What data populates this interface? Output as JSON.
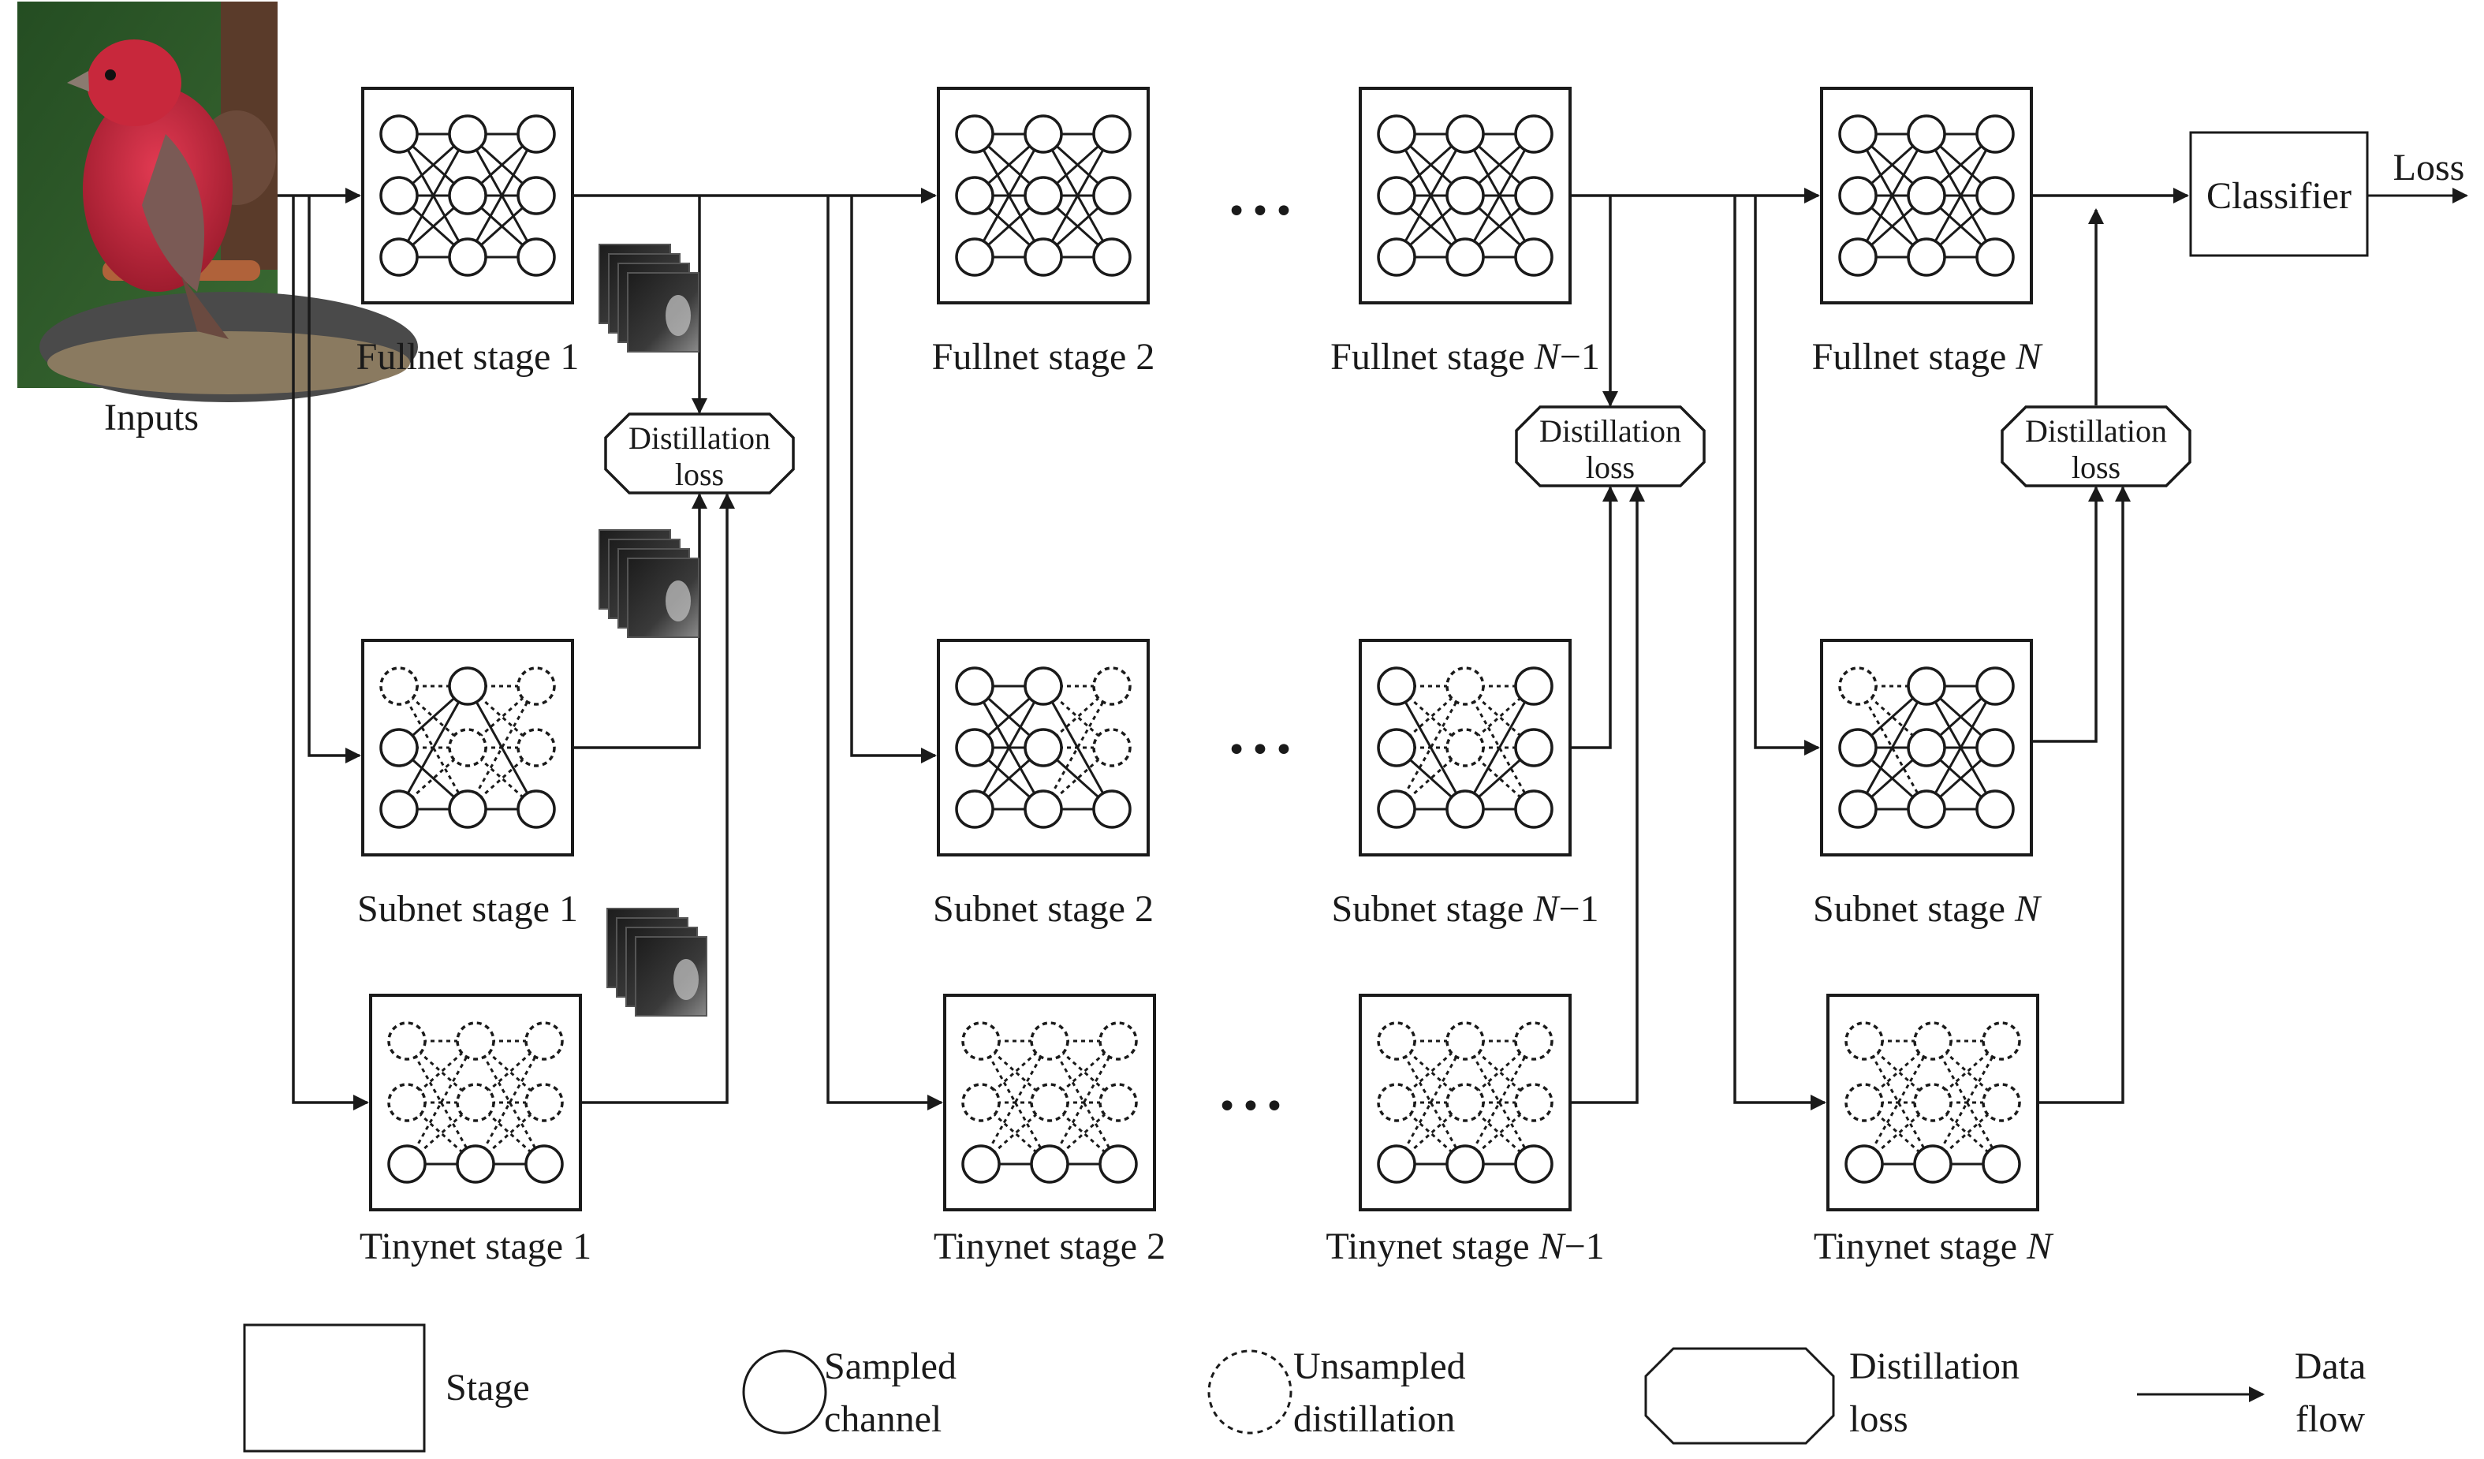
{
  "inputs_label": "Inputs",
  "rows": {
    "fullnet": {
      "name": "Fullnet stage",
      "stages": [
        {
          "prefix": "Fullnet stage",
          "suffix": "1",
          "italic": false
        },
        {
          "prefix": "Fullnet stage",
          "suffix": "2",
          "italic": false
        },
        {
          "prefix": "Fullnet stage",
          "suffix": "N−1",
          "italic": true
        },
        {
          "prefix": "Fullnet stage",
          "suffix": "N",
          "italic": true
        }
      ]
    },
    "subnet": {
      "name": "Subnet stage",
      "stages": [
        {
          "prefix": "Subnet stage",
          "suffix": "1",
          "italic": false
        },
        {
          "prefix": "Subnet stage",
          "suffix": "2",
          "italic": false
        },
        {
          "prefix": "Subnet stage",
          "suffix": "N−1",
          "italic": true
        },
        {
          "prefix": "Subnet stage",
          "suffix": "N",
          "italic": true
        }
      ]
    },
    "tinynet": {
      "name": "Tinynet stage",
      "stages": [
        {
          "prefix": "Tinynet stage",
          "suffix": "1",
          "italic": false
        },
        {
          "prefix": "Tinynet stage",
          "suffix": "2",
          "italic": false
        },
        {
          "prefix": "Tinynet stage",
          "suffix": "N−1",
          "italic": true
        },
        {
          "prefix": "Tinynet stage",
          "suffix": "N",
          "italic": true
        }
      ]
    }
  },
  "distillation_loss": {
    "line1": "Distillation",
    "line2": "loss"
  },
  "classifier_label": "Classifier",
  "loss_label": "Loss",
  "ellipsis": "•••",
  "legend": {
    "stage": "Stage",
    "sampled_line1": "Sampled",
    "sampled_line2": "channel",
    "unsampled_line1": "Unsampled",
    "unsampled_line2": "distillation",
    "distill_line1": "Distillation",
    "distill_line2": "loss",
    "flow_line1": "Data",
    "flow_line2": "flow"
  },
  "colors": {
    "ink": "#1a1a1a",
    "bird_body": "#c8283c",
    "bird_background": "#2f5a2a"
  }
}
